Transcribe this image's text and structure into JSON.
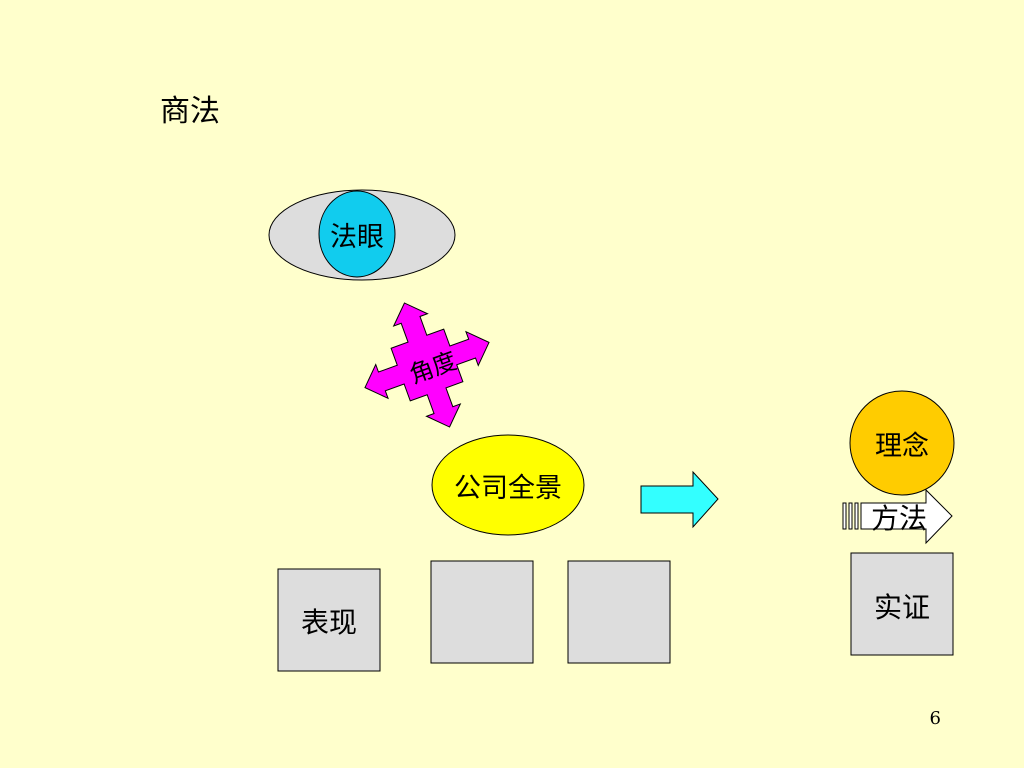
{
  "slide": {
    "title": "商法",
    "page_number": "6"
  },
  "diagram": {
    "eye_label": "法眼",
    "angle_label": "角度",
    "company_label": "公司全景",
    "philosophy_label": "理念",
    "method_label": "方法",
    "evidence_label": "实证",
    "boxes": [
      "表现",
      "",
      ""
    ],
    "colors": {
      "background": "#FFFFCC",
      "eye_outer": "#DDDDDD",
      "eye_inner": "#11CCEE",
      "angle_arrow": "#FF00FF",
      "company": "#FFFF00",
      "right_arrow": "#33FFFF",
      "philosophy": "#FFCC00",
      "box": "#DDDDDD"
    }
  }
}
